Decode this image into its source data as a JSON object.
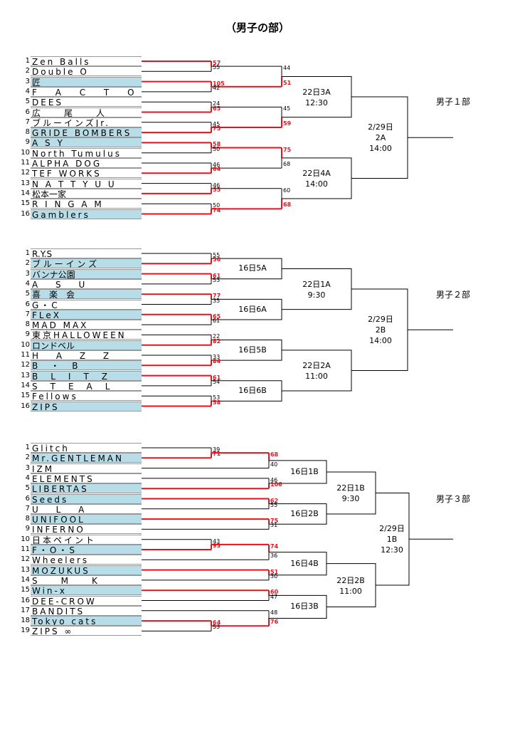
{
  "title": "（男子の部）",
  "divisions": [
    {
      "label": "男子１部",
      "final": "2/29日\n2A\n14:00",
      "semis": [
        "22日3A\n12:30",
        "22日4A\n14:00"
      ],
      "teams": [
        {
          "num": "1",
          "name": "Zen Balls",
          "hl": false,
          "s": "sp"
        },
        {
          "num": "2",
          "name": "Double O",
          "hl": false,
          "s": "sp"
        },
        {
          "num": "3",
          "name": "匠",
          "hl": true,
          "s": ""
        },
        {
          "num": "4",
          "name": "F A C T O R Y",
          "hl": false,
          "s": "wsp"
        },
        {
          "num": "5",
          "name": "DEES",
          "hl": false,
          "s": "sp"
        },
        {
          "num": "6",
          "name": "広　　尾　　人",
          "hl": false,
          "s": "sp"
        },
        {
          "num": "7",
          "name": "ブルーインズJr.",
          "hl": false,
          "s": "sp"
        },
        {
          "num": "8",
          "name": "GRIDE BOMBERS",
          "hl": true,
          "s": "sp"
        },
        {
          "num": "9",
          "name": "A S Y",
          "hl": true,
          "s": "sp"
        },
        {
          "num": "10",
          "name": "North Tumulus",
          "hl": false,
          "s": "sp"
        },
        {
          "num": "11",
          "name": "ALPHA DOG",
          "hl": false,
          "s": "sp"
        },
        {
          "num": "12",
          "name": "TEF WORKS",
          "hl": false,
          "s": "sp"
        },
        {
          "num": "13",
          "name": "N A T T Y U U",
          "hl": false,
          "s": "sp"
        },
        {
          "num": "14",
          "name": "松本一家",
          "hl": false,
          "s": ""
        },
        {
          "num": "15",
          "name": "R I N G A M",
          "hl": false,
          "s": "sp"
        },
        {
          "num": "16",
          "name": "Gamblers",
          "hl": true,
          "s": "sp"
        }
      ],
      "r1": [
        [
          "57",
          "55"
        ],
        [
          "105",
          "42"
        ],
        [
          "24",
          "65"
        ],
        [
          "45",
          "75"
        ],
        [
          "58",
          "50"
        ],
        [
          "46",
          "64"
        ],
        [
          "46",
          "55"
        ],
        [
          "50",
          "74"
        ]
      ],
      "r2": [
        [
          "44",
          "51"
        ],
        [
          "45",
          "59"
        ],
        [
          "75",
          "68"
        ],
        [
          "60",
          "68"
        ]
      ],
      "r1mt": []
    },
    {
      "label": "男子２部",
      "final": "2/29日\n2B\n14:00",
      "semis": [
        "22日1A\n9:30",
        "22日2A\n11:00"
      ],
      "teams": [
        {
          "num": "1",
          "name": "R.Y.S",
          "hl": false,
          "s": ""
        },
        {
          "num": "2",
          "name": "ブ ル ー イ ン ズ",
          "hl": true,
          "s": ""
        },
        {
          "num": "3",
          "name": "バンナ公園",
          "hl": true,
          "s": ""
        },
        {
          "num": "4",
          "name": "A　 S　 U",
          "hl": false,
          "s": "sp"
        },
        {
          "num": "5",
          "name": "喜　楽　会",
          "hl": true,
          "s": ""
        },
        {
          "num": "6",
          "name": "G・C",
          "hl": false,
          "s": "sp"
        },
        {
          "num": "7",
          "name": "FLeX",
          "hl": true,
          "s": "sp"
        },
        {
          "num": "8",
          "name": "MAD MAX",
          "hl": false,
          "s": "sp"
        },
        {
          "num": "9",
          "name": "東京HALLOWEEN",
          "hl": false,
          "s": "sp"
        },
        {
          "num": "10",
          "name": "ロンドベル",
          "hl": true,
          "s": ""
        },
        {
          "num": "11",
          "name": "H　 A　 Z　 Z",
          "hl": false,
          "s": "sp"
        },
        {
          "num": "12",
          "name": "B　・　B",
          "hl": true,
          "s": "sp"
        },
        {
          "num": "13",
          "name": "B　L　I　T　Z",
          "hl": true,
          "s": "sp"
        },
        {
          "num": "14",
          "name": "S　T　E　A　L",
          "hl": false,
          "s": "sp"
        },
        {
          "num": "15",
          "name": "Fellows",
          "hl": false,
          "s": "sp"
        },
        {
          "num": "16",
          "name": "ZIPS",
          "hl": true,
          "s": "sp"
        }
      ],
      "r1": [
        [
          "55",
          "56"
        ],
        [
          "61",
          "53"
        ],
        [
          "77",
          "35"
        ],
        [
          "65",
          "61"
        ],
        [
          "22",
          "82"
        ],
        [
          "33",
          "84"
        ],
        [
          "61",
          "54"
        ],
        [
          "53",
          "58"
        ]
      ],
      "r1mt": [
        "16日5A",
        "16日6A",
        "16日5B",
        "16日6B"
      ]
    },
    {
      "label": "男子３部",
      "final": "2/29日\n1B\n12:30",
      "semis": [
        "22日1B\n9:30",
        "22日2B\n11:00"
      ],
      "teams": [
        {
          "num": "1",
          "name": "Glitch",
          "hl": false,
          "s": "sp"
        },
        {
          "num": "2",
          "name": "Mr.GENTLEMAN",
          "hl": true,
          "s": "sp"
        },
        {
          "num": "3",
          "name": "IZM",
          "hl": false,
          "s": "sp"
        },
        {
          "num": "4",
          "name": "ELEMENTS",
          "hl": false,
          "s": "sp"
        },
        {
          "num": "5",
          "name": "LIBERTAS",
          "hl": true,
          "s": "sp"
        },
        {
          "num": "6",
          "name": "Seeds",
          "hl": true,
          "s": "sp"
        },
        {
          "num": "7",
          "name": "U　 L　 A",
          "hl": false,
          "s": "sp"
        },
        {
          "num": "8",
          "name": "UNIFOOL",
          "hl": true,
          "s": "sp"
        },
        {
          "num": "9",
          "name": "INFERNO",
          "hl": false,
          "s": "sp"
        },
        {
          "num": "10",
          "name": "日本ペイント",
          "hl": false,
          "s": "sp"
        },
        {
          "num": "11",
          "name": "F・O・S",
          "hl": true,
          "s": "sp"
        },
        {
          "num": "12",
          "name": "Wheelers",
          "hl": false,
          "s": "sp"
        },
        {
          "num": "13",
          "name": "MOZUKUS",
          "hl": true,
          "s": "sp"
        },
        {
          "num": "14",
          "name": "S　　M　　K",
          "hl": false,
          "s": "sp"
        },
        {
          "num": "15",
          "name": "Win-x",
          "hl": true,
          "s": "sp"
        },
        {
          "num": "16",
          "name": "DEE-CROW",
          "hl": false,
          "s": "sp"
        },
        {
          "num": "17",
          "name": "BANDITS",
          "hl": false,
          "s": "sp"
        },
        {
          "num": "18",
          "name": "Tokyo cats",
          "hl": true,
          "s": "sp"
        },
        {
          "num": "19",
          "name": "ZIPS ∞",
          "hl": false,
          "s": "sp"
        }
      ],
      "pre": [
        [
          "39",
          "71"
        ],
        [
          "43",
          "93"
        ],
        [
          "64",
          "53"
        ]
      ],
      "r1": [
        [
          "68",
          "40"
        ],
        [
          "46",
          "106"
        ],
        [
          "62",
          "55"
        ],
        [
          "75",
          "31"
        ],
        [
          "74",
          "36"
        ],
        [
          "51",
          "30"
        ],
        [
          "60",
          "47"
        ],
        [
          "48",
          "76"
        ]
      ],
      "r1mt": [
        "16日1B",
        "16日2B",
        "16日4B",
        "16日3B"
      ]
    }
  ],
  "colors": {
    "win": "#e8121c",
    "line": "#000000",
    "highlight": "#b7dde8"
  }
}
